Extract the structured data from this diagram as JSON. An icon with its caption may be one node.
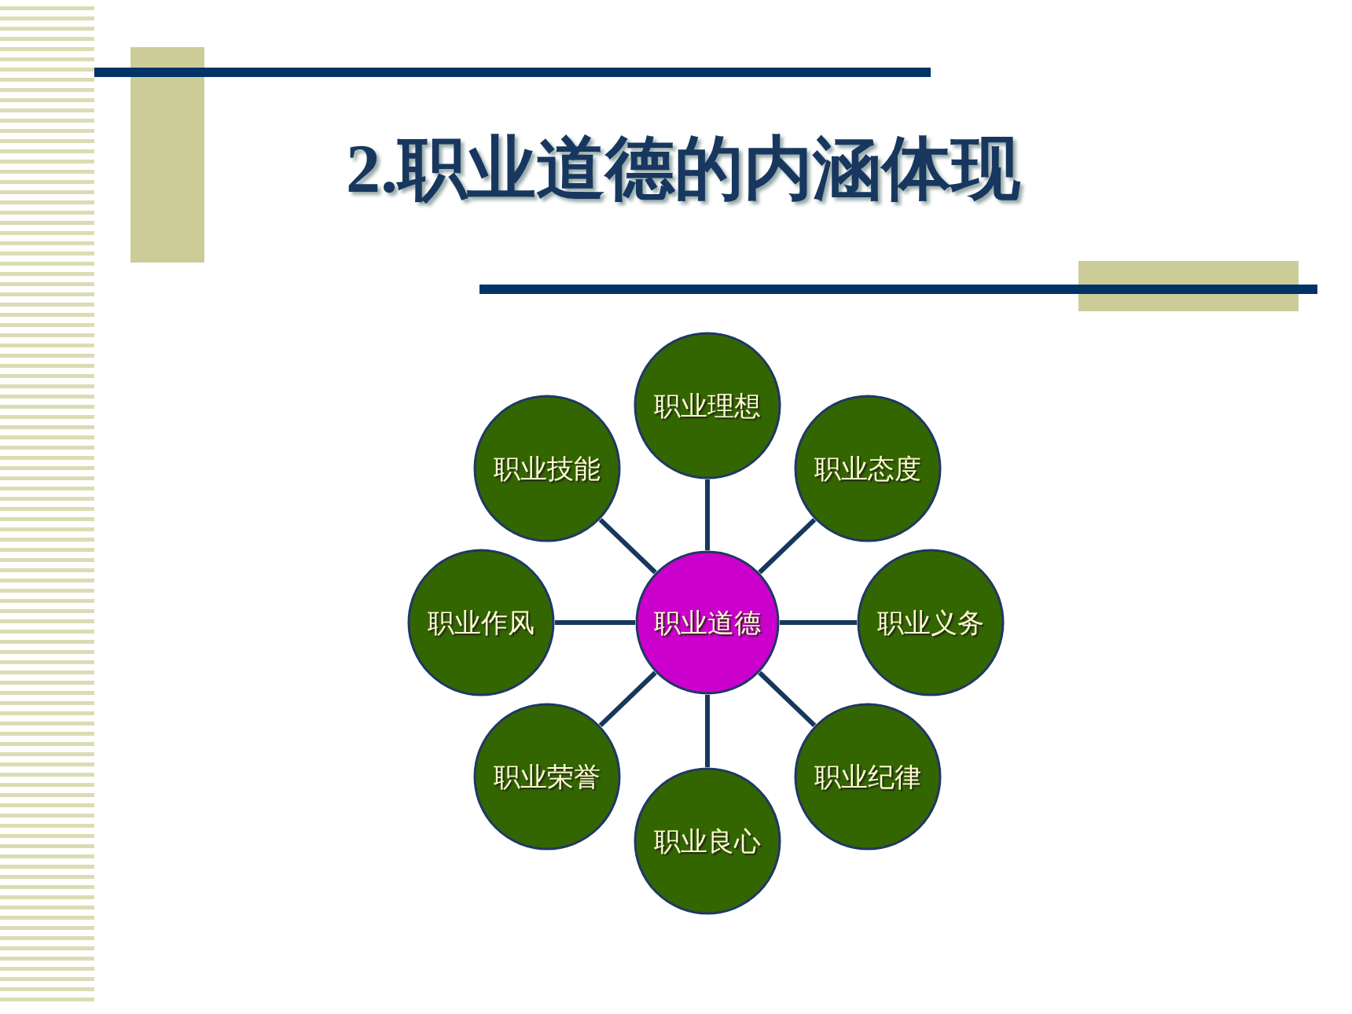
{
  "diagram": {
    "title": "2.职业道德的内涵体现",
    "nodes": [
      {
        "text": [
          "职业道德"
        ]
      },
      {
        "text": [
          "职业理想"
        ]
      },
      {
        "text": [
          "职业技能"
        ]
      },
      {
        "text": [
          "职业态度"
        ]
      },
      {
        "text": [
          "职业作风"
        ]
      },
      {
        "text": [
          "职业义务"
        ]
      },
      {
        "text": [
          "职业荣誉"
        ]
      },
      {
        "text": [
          "职业纪律"
        ]
      },
      {
        "text": [
          "职业良心"
        ]
      }
    ],
    "edges": [
      {
        "from": 0,
        "to": 1,
        "arrow": "none"
      },
      {
        "from": 0,
        "to": 2,
        "arrow": "none"
      },
      {
        "from": 0,
        "to": 3,
        "arrow": "none"
      },
      {
        "from": 0,
        "to": 4,
        "arrow": "none"
      },
      {
        "from": 0,
        "to": 5,
        "arrow": "none"
      },
      {
        "from": 0,
        "to": 6,
        "arrow": "none"
      },
      {
        "from": 0,
        "to": 7,
        "arrow": "none"
      },
      {
        "from": 0,
        "to": 8,
        "arrow": "none"
      }
    ]
  }
}
